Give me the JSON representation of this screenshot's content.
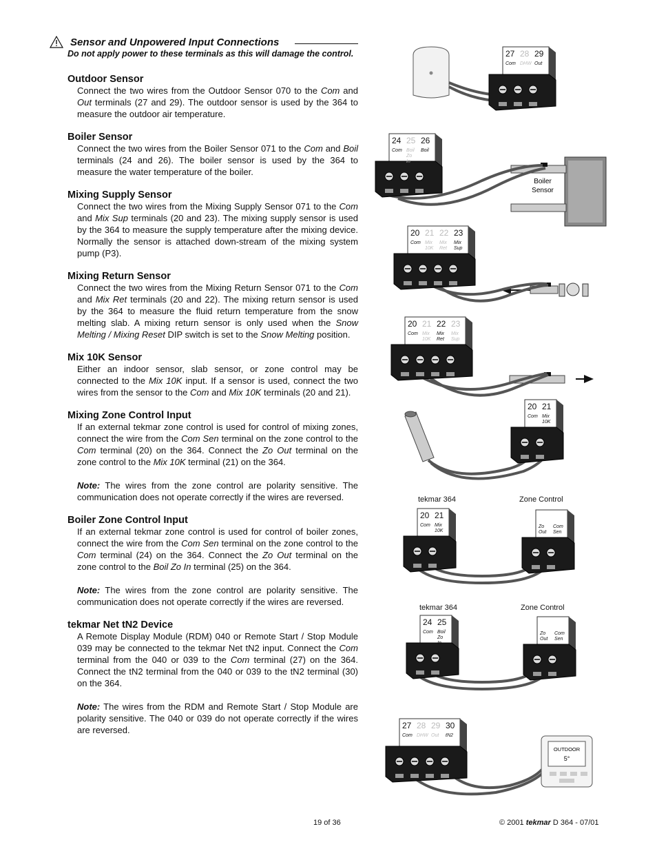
{
  "header": {
    "title": "Sensor and Unpowered Input Connections",
    "warning": "Do not apply power to these terminals as this will damage the control."
  },
  "sections": [
    {
      "title": "Outdoor Sensor",
      "paras": [
        "Connect the two wires from the Outdoor Sensor 070 to the Com and Out terminals (27 and 29). The outdoor sensor is used by the 364 to measure the outdoor air temperature."
      ]
    },
    {
      "title": "Boiler Sensor",
      "paras": [
        "Connect the two wires from the Boiler Sensor 071 to the Com and Boil terminals (24 and 26). The boiler sensor is used by the 364 to measure the water temperature of the boiler."
      ]
    },
    {
      "title": "Mixing Supply Sensor",
      "paras": [
        "Connect the two wires from the Mixing Supply Sensor 071 to the Com and Mix Sup terminals (20 and 23). The mixing supply sensor is used by the 364 to measure the supply temperature after the mixing device. Normally the sensor is attached down-stream of the mixing system pump (P3)."
      ]
    },
    {
      "title": "Mixing Return Sensor",
      "paras": [
        "Connect the two wires from the Mixing Return Sensor 071 to the Com and Mix Ret terminals (20 and 22). The mixing return sensor is used by the 364 to measure the fluid return temperature from the snow melting slab. A mixing return sensor is only used when the Snow Melting / Mixing Reset DIP switch is set to the Snow Melting position."
      ]
    },
    {
      "title": "Mix 10K Sensor",
      "paras": [
        "Either an indoor sensor, slab sensor, or zone control may be connected to the Mix 10K input. If a sensor is used, connect the two wires from the sensor to the Com and Mix 10K terminals (20 and 21)."
      ]
    },
    {
      "title": "Mixing Zone Control Input",
      "paras": [
        "If an external tekmar zone control is used for control of mixing zones, connect the wire from the Com Sen terminal on the zone control to the Com terminal (20) on the 364. Connect the Zo Out terminal on the zone control to the Mix 10K terminal (21) on the 364."
      ],
      "note": "The wires from the zone control are polarity sensitive. The communication does not operate correctly if the wires are reversed."
    },
    {
      "title": "Boiler Zone Control Input",
      "paras": [
        "If an external tekmar zone control is used for control of boiler zones, connect the wire from the Com Sen terminal on the zone control to the Com terminal (24) on the 364. Connect the Zo Out terminal on the zone control to the Boil Zo In terminal (25) on the 364."
      ],
      "note": "The wires from the zone control are polarity sensitive. The communication does not operate correctly if the wires are reversed."
    },
    {
      "title": "tekmar Net tN2 Device",
      "paras": [
        "A Remote Display Module (RDM) 040 or Remote Start / Stop Module 039 may be connected to the tekmar Net tN2 input. Connect the Com terminal from the 040 or 039 to the Com terminal (27) on the 364. Connect the tN2 terminal from the 040 or 039 to the tN2 terminal (30) on the 364."
      ],
      "note": "The wires from the RDM and Remote Start / Stop Module are polarity sensitive. The 040 or 039 do not operate correctly if the wires are reversed."
    }
  ],
  "note_label": "Note:",
  "diagram": {
    "boiler_sensor_label": "Boiler Sensor",
    "tekmar_label": "tekmar 364",
    "zone_control_label": "Zone Control",
    "display_text": "OUTDOOR",
    "display_value": "5°",
    "blocks": [
      {
        "terms": [
          {
            "n": "27",
            "t": "Com"
          },
          {
            "n": "28",
            "t": "DHW"
          },
          {
            "n": "29",
            "t": "Out"
          }
        ],
        "dim": [
          1
        ]
      },
      {
        "terms": [
          {
            "n": "24",
            "t": "Com"
          },
          {
            "n": "25",
            "t": "Boil Zo In"
          },
          {
            "n": "26",
            "t": "Boil"
          }
        ],
        "dim": [
          1
        ]
      },
      {
        "terms": [
          {
            "n": "20",
            "t": "Com"
          },
          {
            "n": "21",
            "t": "Mix 10K"
          },
          {
            "n": "22",
            "t": "Mix Ret"
          },
          {
            "n": "23",
            "t": "Mix Sup"
          }
        ],
        "dim": [
          1,
          2
        ]
      },
      {
        "terms": [
          {
            "n": "20",
            "t": "Com"
          },
          {
            "n": "21",
            "t": "Mix 10K"
          },
          {
            "n": "22",
            "t": "Mix Ret"
          },
          {
            "n": "23",
            "t": "Mix Sup"
          }
        ],
        "dim": [
          1,
          3
        ]
      },
      {
        "terms": [
          {
            "n": "20",
            "t": "Com"
          },
          {
            "n": "21",
            "t": "Mix 10K"
          }
        ],
        "dim": []
      },
      {
        "terms": [
          {
            "n": "20",
            "t": "Com"
          },
          {
            "n": "21",
            "t": "Mix 10K"
          }
        ],
        "dim": []
      },
      {
        "terms": [
          {
            "n": "",
            "t": "Zo Out"
          },
          {
            "n": "",
            "t": "Com Sen"
          }
        ],
        "dim": []
      },
      {
        "terms": [
          {
            "n": "24",
            "t": "Com"
          },
          {
            "n": "25",
            "t": "Boil Zo In"
          }
        ],
        "dim": []
      },
      {
        "terms": [
          {
            "n": "",
            "t": "Zo Out"
          },
          {
            "n": "",
            "t": "Com Sen"
          }
        ],
        "dim": []
      },
      {
        "terms": [
          {
            "n": "27",
            "t": "Com"
          },
          {
            "n": "28",
            "t": "DHW"
          },
          {
            "n": "29",
            "t": "Out"
          },
          {
            "n": "30",
            "t": "tN2"
          }
        ],
        "dim": [
          1,
          2
        ]
      }
    ]
  },
  "footer": {
    "page": "19 of 36",
    "copyright": "© 2001",
    "brand": "tekmar",
    "doc": "D 364 - 07/01"
  }
}
